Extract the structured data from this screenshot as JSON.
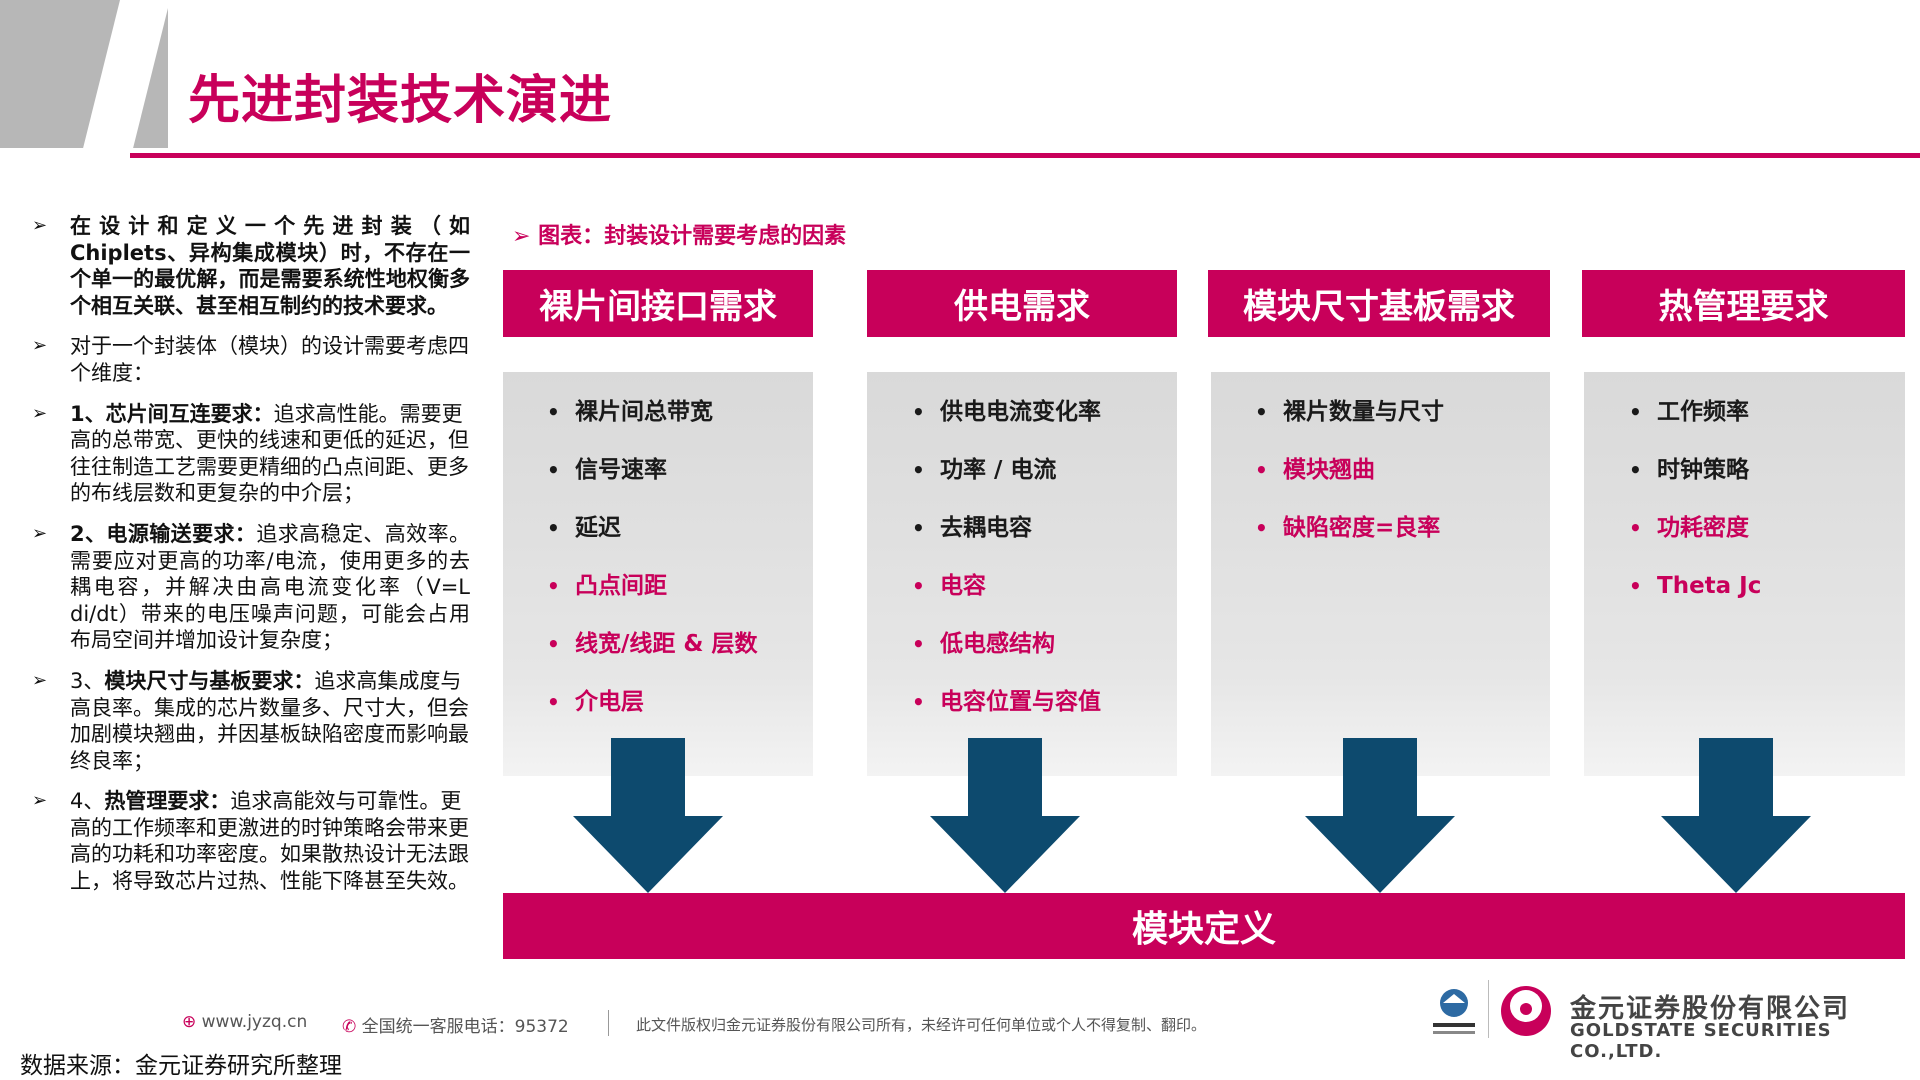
{
  "header": {
    "title": "先进封装技术演进"
  },
  "left_text": [
    {
      "bold": "",
      "rest": "在设计和定义一个先进封装（如Chiplets、异构集成模块）时，不存在一个单一的最优解，而是需要系统性地权衡多个相互关联、甚至相互制约的技术要求。",
      "all_bold": true
    },
    {
      "bold": "",
      "rest": "对于一个封装体（模块）的设计需要考虑四个维度："
    },
    {
      "bold": "1、芯片间互连要求：",
      "rest": "追求高性能。需要更高的总带宽、更快的线速和更低的延迟，但往往制造工艺需要更精细的凸点间距、更多的布线层数和更复杂的中介层；"
    },
    {
      "bold": "2、电源输送要求：",
      "rest": "追求高稳定、高效率。需要应对更高的功率/电流，使用更多的去耦电容，并解决由高电流变化率（V=L di/dt）带来的电压噪声问题，可能会占用布局空间并增加设计复杂度；"
    },
    {
      "bold": "3、模块尺寸与基板要求：",
      "rest": "追求高集成度与高良率。集成的芯片数量多、尺寸大，但会加剧模块翘曲，并因基板缺陷密度而影响最终良率；",
      "prefix_plain": true
    },
    {
      "bold": "4、热管理要求：",
      "rest": "追求高能效与可靠性。更高的工作频率和更激进的时钟策略会带来更高的功耗和功率密度。如果散热设计无法跟上，将导致芯片过热、性能下降甚至失效。",
      "prefix_plain": true
    }
  ],
  "chart": {
    "caption": "图表：封装设计需要考虑的因素",
    "columns": [
      {
        "title": "裸片间接口需求",
        "items": [
          {
            "text": "裸片间总带宽",
            "pink": false
          },
          {
            "text": "信号速率",
            "pink": false
          },
          {
            "text": "延迟",
            "pink": false
          },
          {
            "text": "凸点间距",
            "pink": true
          },
          {
            "text": "线宽/线距 & 层数",
            "pink": true
          },
          {
            "text": "介电层",
            "pink": true
          }
        ]
      },
      {
        "title": "供电需求",
        "items": [
          {
            "text": "供电电流变化率",
            "pink": false
          },
          {
            "text": "功率 / 电流",
            "pink": false
          },
          {
            "text": "去耦电容",
            "pink": false
          },
          {
            "text": "电容",
            "pink": true
          },
          {
            "text": "低电感结构",
            "pink": true
          },
          {
            "text": "电容位置与容值",
            "pink": true
          }
        ]
      },
      {
        "title": "模块尺寸基板需求",
        "items": [
          {
            "text": "裸片数量与尺寸",
            "pink": false
          },
          {
            "text": "模块翘曲",
            "pink": true
          },
          {
            "text": "缺陷密度=良率",
            "pink": true
          }
        ]
      },
      {
        "title": "热管理要求",
        "items": [
          {
            "text": "工作频率",
            "pink": false
          },
          {
            "text": "时钟策略",
            "pink": false
          },
          {
            "text": "功耗密度",
            "pink": true
          },
          {
            "text": "Theta Jc",
            "pink": true
          }
        ]
      }
    ],
    "bottom_label": "模块定义"
  },
  "footer": {
    "website": "www.jyzq.cn",
    "hotline": "全国统一客服电话：95372",
    "copyright": "此文件版权归金元证券股份有限公司所有，未经许可任何单位或个人不得复制、翻印。",
    "company_cn": "金元证券股份有限公司",
    "company_en": "GOLDSTATE SECURITIES CO.,LTD.",
    "source": "数据来源：金元证券研究所整理"
  },
  "colors": {
    "accent": "#c8005a",
    "arrow": "#0d4a6e",
    "gray": "#d9d9d9"
  },
  "icons": [
    "bullet-arrow-icon",
    "down-arrow-icon",
    "globe-icon",
    "phone-icon",
    "capital-airports-logo",
    "goldstate-logo"
  ]
}
